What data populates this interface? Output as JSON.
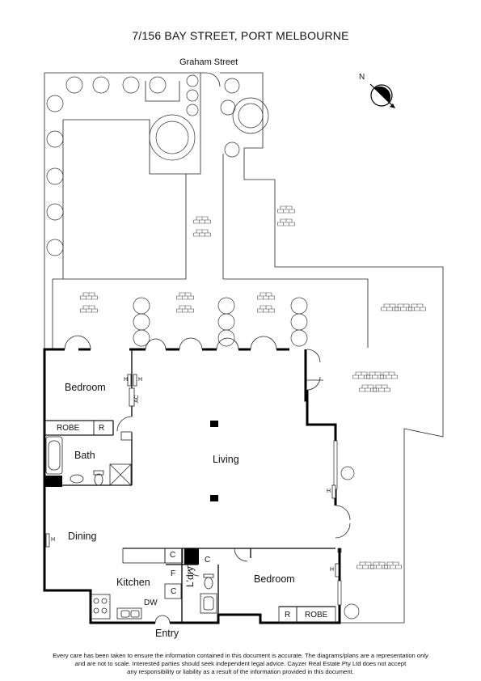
{
  "title": "7/156 BAY STREET, PORT MELBOURNE",
  "street": "Graham Street",
  "compass": "N",
  "rooms": {
    "bedroom1": "Bedroom",
    "bath": "Bath",
    "living": "Living",
    "dining": "Dining",
    "kitchen": "Kitchen",
    "laundry": "L'dry",
    "bedroom2": "Bedroom",
    "entry": "Entry"
  },
  "fixtures": {
    "robe1": "ROBE",
    "r1": "R",
    "robe2": "ROBE",
    "r2": "R",
    "c1": "C",
    "c2": "C",
    "c3": "C",
    "fridge": "F",
    "dw": "DW",
    "ac": "AC",
    "h1": "H",
    "h2": "H",
    "h3": "H",
    "h4": "H",
    "h5": "H"
  },
  "disclaimer": [
    "Every care has been taken to ensure the information contained in this document is accurate. The diagrams/plans are a representation only",
    "and are not to scale. Interested parties should seek independent legal advice. Cayzer Real Estate Pty Ltd does not accept",
    "any responsibility or liability as a result of the information provided in this document."
  ]
}
